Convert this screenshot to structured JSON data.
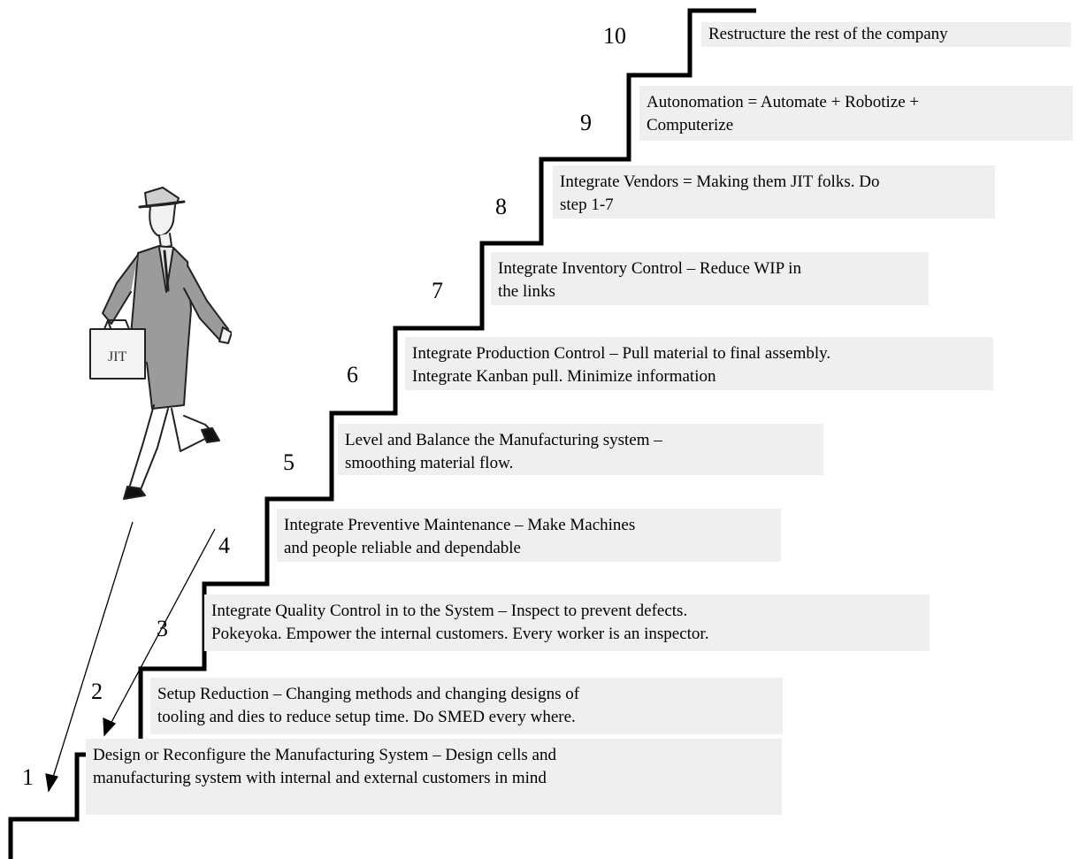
{
  "steps": [
    {
      "number": "1",
      "lines": [
        "Design or Reconfigure the Manufacturing System – Design cells and",
        "manufacturing system with internal and external customers in mind"
      ]
    },
    {
      "number": "2",
      "lines": [
        "Setup Reduction – Changing methods and changing designs of",
        "tooling and dies to reduce setup time. Do SMED every where."
      ]
    },
    {
      "number": "3",
      "lines": [
        "Integrate Quality Control in to the System – Inspect to prevent defects.",
        "Pokeyoka. Empower the internal customers. Every worker is an inspector."
      ]
    },
    {
      "number": "4",
      "lines": [
        "Integrate Preventive Maintenance – Make Machines",
        "and people reliable and dependable"
      ]
    },
    {
      "number": "5",
      "lines": [
        "Level and Balance the Manufacturing system –",
        "smoothing material flow."
      ]
    },
    {
      "number": "6",
      "lines": [
        "Integrate Production Control – Pull material to final assembly.",
        "Integrate Kanban pull. Minimize information"
      ]
    },
    {
      "number": "7",
      "lines": [
        "Integrate Inventory Control – Reduce WIP in",
        "the links"
      ]
    },
    {
      "number": "8",
      "lines": [
        "Integrate Vendors = Making them JIT folks. Do",
        "step 1-7"
      ]
    },
    {
      "number": "9",
      "lines": [
        "Autonomation = Automate + Robotize +",
        "Computerize"
      ]
    },
    {
      "number": "10",
      "lines": [
        "Restructure the rest of the company"
      ]
    }
  ],
  "figure": {
    "briefcase_label": "JIT"
  },
  "colors": {
    "box_fill": "#efefef",
    "stair_line": "#000000",
    "suit": "#9b9b9b"
  }
}
